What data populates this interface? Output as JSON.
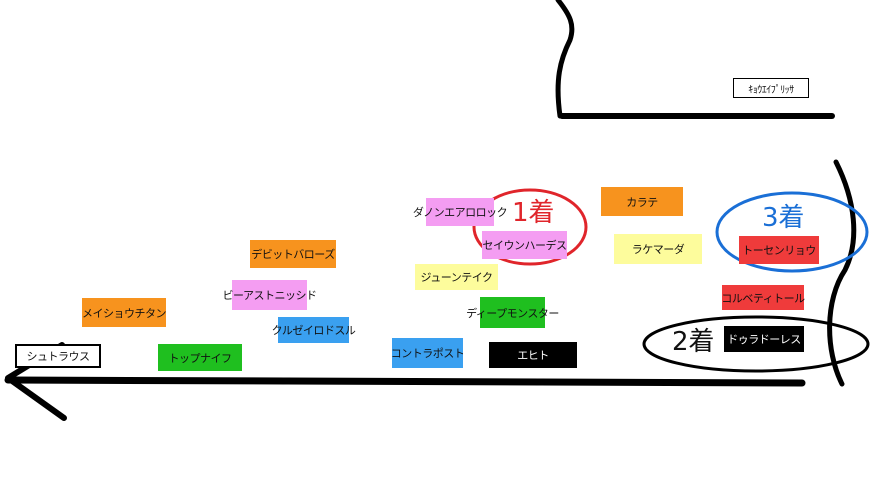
{
  "colors": {
    "orange": "#f7931e",
    "pink": "#f49df2",
    "blue": "#3aa0f0",
    "yellow": "#fdfc9c",
    "green": "#1fbf1f",
    "black": "#000000",
    "red": "#ef3b3b",
    "rank1": "#e0252b",
    "rank2": "#111111",
    "rank3": "#1a6fd6"
  },
  "horses": [
    {
      "id": "kyouei-purissa",
      "name": "ｷｮｳｴｲﾌﾟﾘｯｻ",
      "style": "outline-thin"
    },
    {
      "id": "karate",
      "name": "カラテ",
      "style": "orange"
    },
    {
      "id": "danon-airlock",
      "name": "ダノンエアロロック",
      "style": "pink"
    },
    {
      "id": "seiun-hades",
      "name": "セイウンハーデス",
      "style": "pink"
    },
    {
      "id": "rakemaaja",
      "name": "ラケマーダ",
      "style": "yellow"
    },
    {
      "id": "toosen-ryuu",
      "name": "トーセンリョウ",
      "style": "red"
    },
    {
      "id": "debit-burrows",
      "name": "デビットバローズ",
      "style": "orange"
    },
    {
      "id": "june-take",
      "name": "ジューンテイク",
      "style": "yellow"
    },
    {
      "id": "beers-tonics",
      "name": "ビーアストニッシド",
      "style": "pink"
    },
    {
      "id": "corvette-tor",
      "name": "コルベティトール",
      "style": "red"
    },
    {
      "id": "meisho-titan",
      "name": "メイショウチタン",
      "style": "orange"
    },
    {
      "id": "kurusei-idoru",
      "name": "クルゼイロドスル",
      "style": "blue"
    },
    {
      "id": "deep-monster",
      "name": "ディープモンスター",
      "style": "green"
    },
    {
      "id": "shutoraus",
      "name": "シュトラウス",
      "style": "outline"
    },
    {
      "id": "top-knife",
      "name": "トップナイフ",
      "style": "green"
    },
    {
      "id": "contrapost",
      "name": "コントラポスト",
      "style": "blue"
    },
    {
      "id": "ehito",
      "name": "エヒト",
      "style": "black"
    },
    {
      "id": "dura-dores",
      "name": "ドゥラドーレス",
      "style": "black"
    }
  ],
  "ranks": [
    {
      "id": "rank-1",
      "label": "1着",
      "color": "rank1"
    },
    {
      "id": "rank-2",
      "label": "2着",
      "color": "rank2"
    },
    {
      "id": "rank-3",
      "label": "3着",
      "color": "rank3"
    }
  ]
}
